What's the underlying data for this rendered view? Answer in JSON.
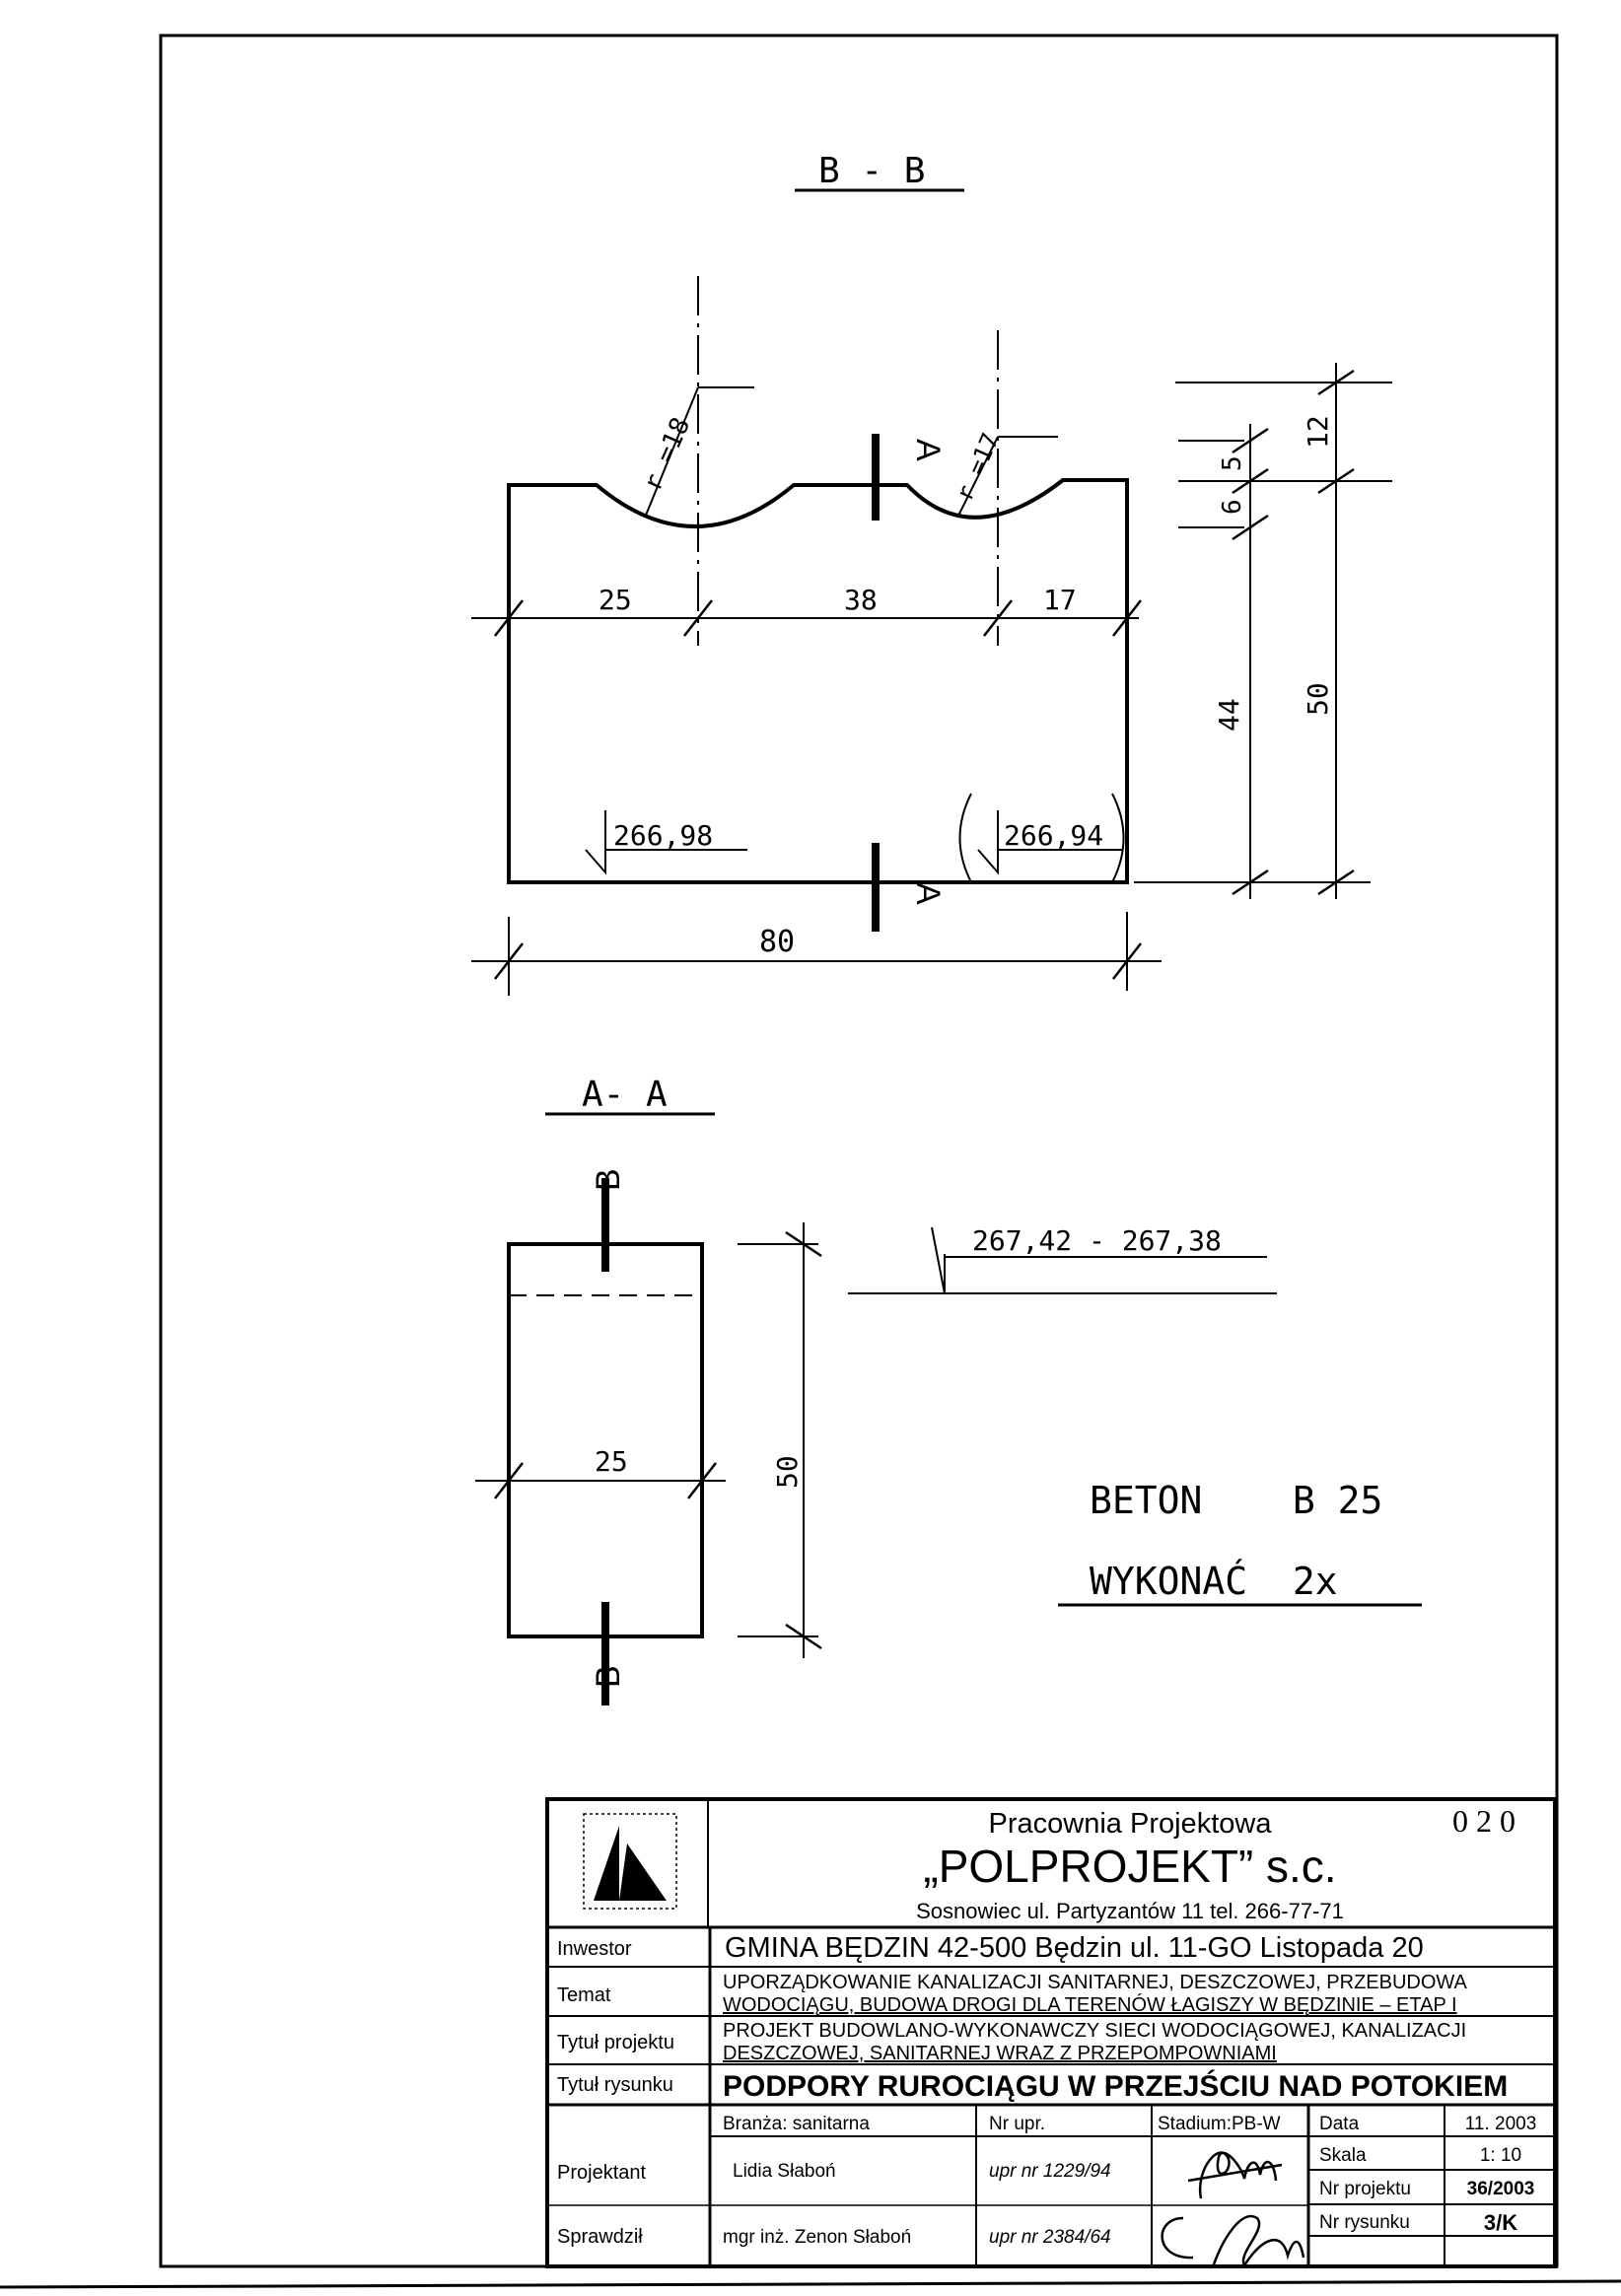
{
  "section_bb": {
    "title": "B - B",
    "radius_left": "r =18",
    "radius_right": "r =17",
    "dim_25": "25",
    "dim_38": "38",
    "dim_17": "17",
    "dim_80": "80",
    "dim_5": "5",
    "dim_6": "6",
    "dim_12": "12",
    "dim_44": "44",
    "dim_50": "50",
    "level_left": "266,98",
    "level_right": "266,94",
    "marker_top": "A",
    "marker_bottom": "A"
  },
  "section_aa": {
    "title": "A- A",
    "dim_25": "25",
    "dim_50": "50",
    "level": "267,42 - 267,38",
    "marker_top": "B",
    "marker_bottom": "B"
  },
  "notes": {
    "concrete": "BETON    B 25",
    "quantity": "WYKONAĆ  2x"
  },
  "title_block": {
    "studio_line": "Pracownia Projektowa",
    "company": "„POLPROJEKT” s.c.",
    "address": "Sosnowiec  ul. Partyzantów 11  tel. 266-77-71",
    "sheet_code": "0 2 0",
    "rows": {
      "investor_label": "Inwestor",
      "investor_value": "GMINA BĘDZIN 42-500 Będzin ul. 11-GO Listopada 20",
      "topic_label": "Temat",
      "topic_line1": "UPORZĄDKOWANIE KANALIZACJI SANITARNEJ, DESZCZOWEJ, PRZEBUDOWA",
      "topic_line2": "WODOCIĄGU, BUDOWA DROGI DLA TERENÓW ŁAGISZY W BĘDZINIE – ETAP I",
      "project_label": "Tytuł projektu",
      "project_line1": "PROJEKT BUDOWLANO-WYKONAWCZY SIECI WODOCIĄGOWEJ, KANALIZACJI",
      "project_line2": "DESZCZOWEJ, SANITARNEJ WRAZ Z PRZEPOMPOWNIAMI",
      "drawing_label": "Tytuł rysunku",
      "drawing_value": "PODPORY RUROCIĄGU W PRZEJŚCIU NAD POTOKIEM"
    },
    "branch": "Branża:  sanitarna",
    "permit_header": "Nr upr.",
    "stage": "Stadium:PB-W",
    "designer_label": "Projektant",
    "designer_name": "Lidia Słaboń",
    "designer_permit": "upr nr 1229/94",
    "checker_label": "Sprawdził",
    "checker_name": "mgr inż. Zenon Słaboń",
    "checker_permit": "upr nr 2384/64",
    "date_label": "Data",
    "date_value": "11. 2003",
    "scale_label": "Skala",
    "scale_value": "1: 10",
    "project_no_label": "Nr projektu",
    "project_no_value": "36/2003",
    "drawing_no_label": "Nr rysunku",
    "drawing_no_value": "3/K"
  }
}
